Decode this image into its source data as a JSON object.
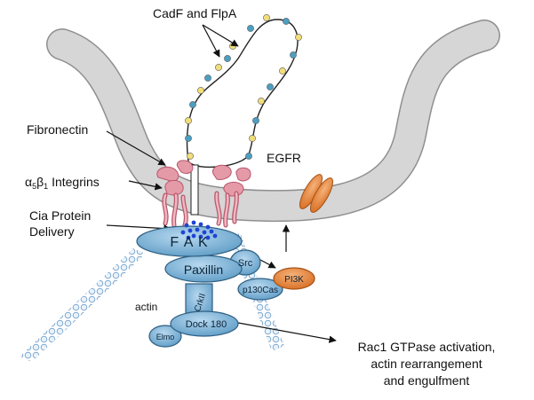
{
  "labels": {
    "cadf_flpa": "CadF and FlpA",
    "fibronectin": "Fibronectin",
    "integrins_alpha": "α",
    "integrins_alpha_sub": "5",
    "integrins_beta": "β",
    "integrins_beta_sub": "1",
    "integrins_word": " Integrins",
    "cia_line1": "Cia Protein",
    "cia_line2": "Delivery",
    "egfr": "EGFR",
    "actin": "actin",
    "outcome_line1": "Rac1 GTPase activation,",
    "outcome_line2": "actin rearrangement",
    "outcome_line3": "and engulfment"
  },
  "molecules": {
    "fak": "F A K",
    "paxillin": "Paxillin",
    "src": "Src",
    "p130cas": "p130Cas",
    "crkii": "CrkII",
    "dock180": "Dock 180",
    "elmo": "Elmo",
    "pi3k": "PI3K"
  },
  "colors": {
    "membrane": "#d6d6d6",
    "protein_blue": "#7eb4d8",
    "pi3k_orange": "#e8873a",
    "integrin_pink": "#e59aa7",
    "adhesin_yellow": "#f1dd7a",
    "adhesin_teal": "#4c9fc1",
    "cia_dots": "#1f43d6"
  }
}
